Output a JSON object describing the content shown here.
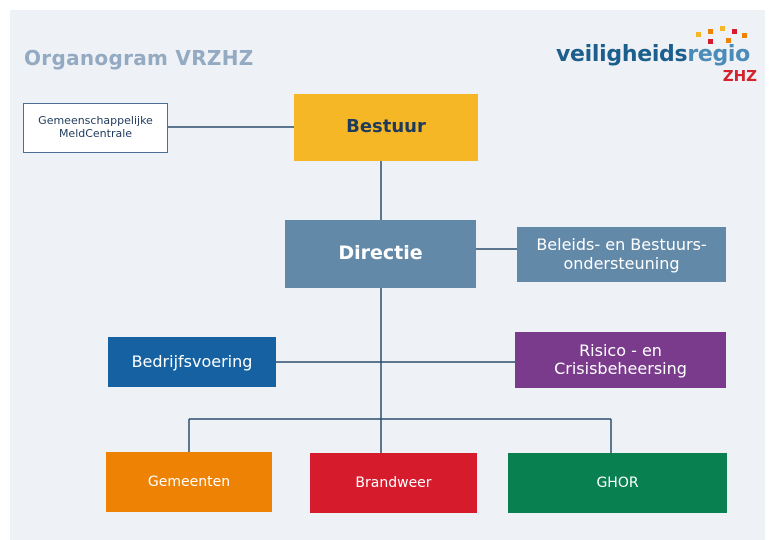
{
  "title": "Organogram VRZHZ",
  "logo": {
    "part1": "veiligheids",
    "part2": "regio",
    "suffix": "ZHZ",
    "dot_colors": [
      "#f5b726",
      "#ee8205",
      "#d61c2c"
    ]
  },
  "nodes": {
    "gmc": "Gemeenschappelijke\nMeldCentrale",
    "bestuur": "Bestuur",
    "directie": "Directie",
    "beleid": "Beleids- en Bestuurs-\nondersteuning",
    "bedrijfsvoering": "Bedrijfsvoering",
    "risico": "Risico - en\nCrisisbeheersing",
    "gemeenten": "Gemeenten",
    "brandweer": "Brandweer",
    "ghor": "GHOR"
  },
  "colors": {
    "bestuur": "#f5b726",
    "directie": "#6389a9",
    "beleid": "#6389a9",
    "bedrijfsvoering": "#1561a2",
    "risico": "#7b3b8c",
    "gemeenten": "#ee8205",
    "brandweer": "#d61c2c",
    "ghor": "#098050",
    "lines": "#2d4e6e"
  }
}
